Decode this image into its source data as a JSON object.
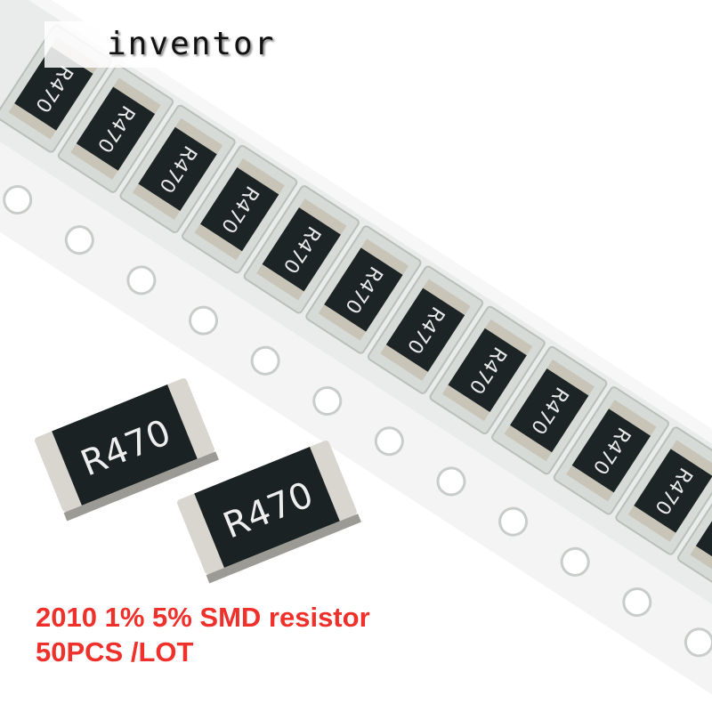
{
  "brand": {
    "name": "inventor"
  },
  "product": {
    "chip_marking": "R470",
    "tape_chip_count": 11,
    "loose_chip_count": 2
  },
  "caption": {
    "line1": "2010 1% 5% SMD resistor",
    "line2": "50PCS /LOT",
    "color": "#f0302a"
  }
}
